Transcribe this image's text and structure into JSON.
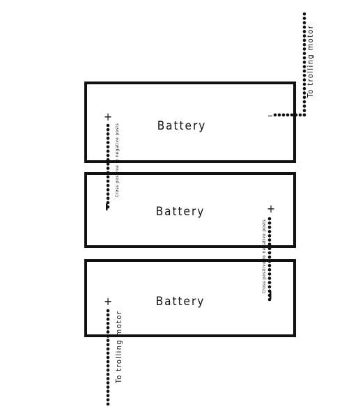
{
  "diagram": {
    "batteries": [
      {
        "label": "Battery"
      },
      {
        "label": "Battery"
      },
      {
        "label": "Battery"
      }
    ],
    "terminals": {
      "plus": "+",
      "minus": "–"
    },
    "wires": {
      "to_motor_top": "To  trolling motor",
      "to_motor_bottom": "To  trolling motor",
      "cross_1": "Cross positive to negative posts",
      "cross_2": "Cross positive to negative posts"
    },
    "colors": {
      "stroke": "#111111",
      "background": "#ffffff"
    }
  }
}
